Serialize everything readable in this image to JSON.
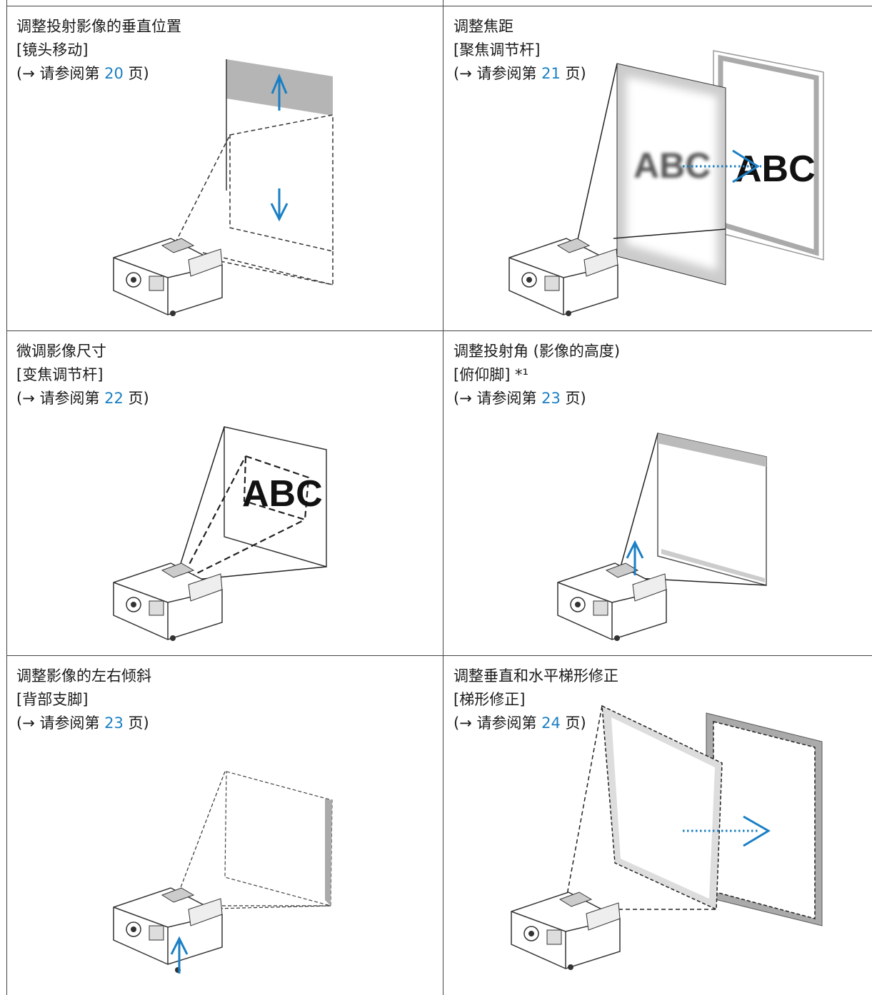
{
  "cells": [
    {
      "title": "调整投射影像的垂直位置",
      "tool": "[镜头移动]",
      "ref_prefix": "(→ 请参阅第 ",
      "ref_page": "20",
      "ref_suffix": " 页)"
    },
    {
      "title": "调整焦距",
      "tool": "[聚焦调节杆]",
      "ref_prefix": "(→ 请参阅第 ",
      "ref_page": "21",
      "ref_suffix": " 页)"
    },
    {
      "title": "微调影像尺寸",
      "tool": "[变焦调节杆]",
      "ref_prefix": "(→ 请参阅第 ",
      "ref_page": "22",
      "ref_suffix": " 页)"
    },
    {
      "title": "调整投射角 (影像的高度)",
      "tool": "[俯仰脚] *¹",
      "ref_prefix": "(→ 请参阅第 ",
      "ref_page": "23",
      "ref_suffix": " 页)"
    },
    {
      "title": "调整影像的左右倾斜",
      "tool": "[背部支脚]",
      "ref_prefix": "(→ 请参阅第 ",
      "ref_page": "23",
      "ref_suffix": " 页)"
    },
    {
      "title": "调整垂直和水平梯形修正",
      "tool": "[梯形修正]",
      "ref_prefix": "(→ 请参阅第 ",
      "ref_page": "24",
      "ref_suffix": " 页)"
    }
  ],
  "figure_text": {
    "abc": "ABC"
  },
  "colors": {
    "accent_blue": "#1a7fc4",
    "line": "#333333"
  }
}
